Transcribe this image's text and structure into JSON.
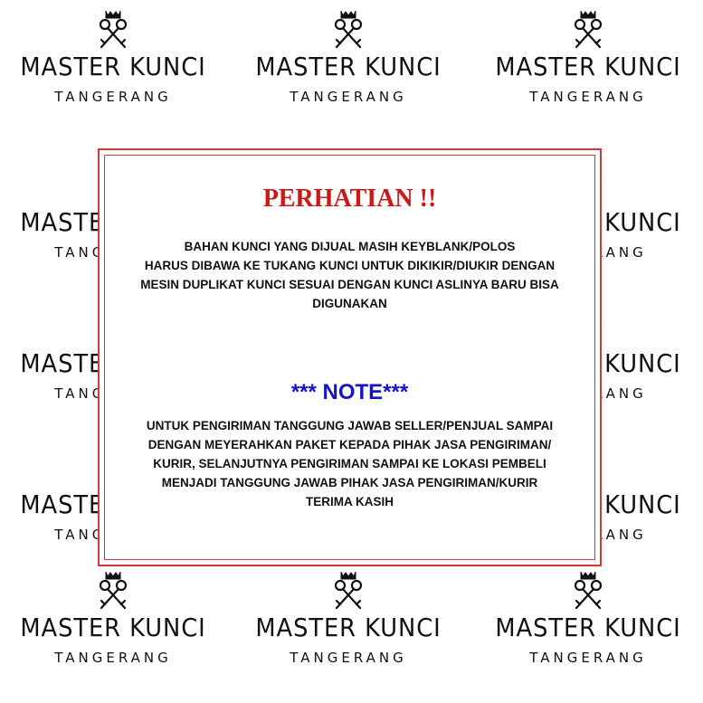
{
  "watermark": {
    "brand": "MASTER KUNCI",
    "city": "TANGERANG",
    "icon": "crossed-keys-crown-icon"
  },
  "notice": {
    "title": "PERHATIAN !!",
    "title_color": "#d01515",
    "border_color": "#d23a3a",
    "warning_lines": [
      "BAHAN KUNCI YANG DIJUAL MASIH KEYBLANK/POLOS",
      "HARUS DIBAWA KE TUKANG KUNCI UNTUK DIKIKIR/DIUKIR DENGAN",
      "MESIN DUPLIKAT KUNCI SESUAI DENGAN KUNCI ASLINYA BARU BISA",
      "DIGUNAKAN"
    ],
    "note_title": "*** NOTE***",
    "note_color": "#1414c8",
    "note_lines": [
      "UNTUK PENGIRIMAN TANGGUNG JAWAB SELLER/PENJUAL SAMPAI",
      "DENGAN MEYERAHKAN PAKET KEPADA PIHAK JASA PENGIRIMAN/",
      "KURIR, SELANJUTNYA PENGIRIMAN SAMPAI KE LOKASI PEMBELI",
      "MENJADI TANGGUNG JAWAB PIHAK JASA PENGIRIMAN/KURIR",
      "TERIMA KASIH"
    ]
  }
}
